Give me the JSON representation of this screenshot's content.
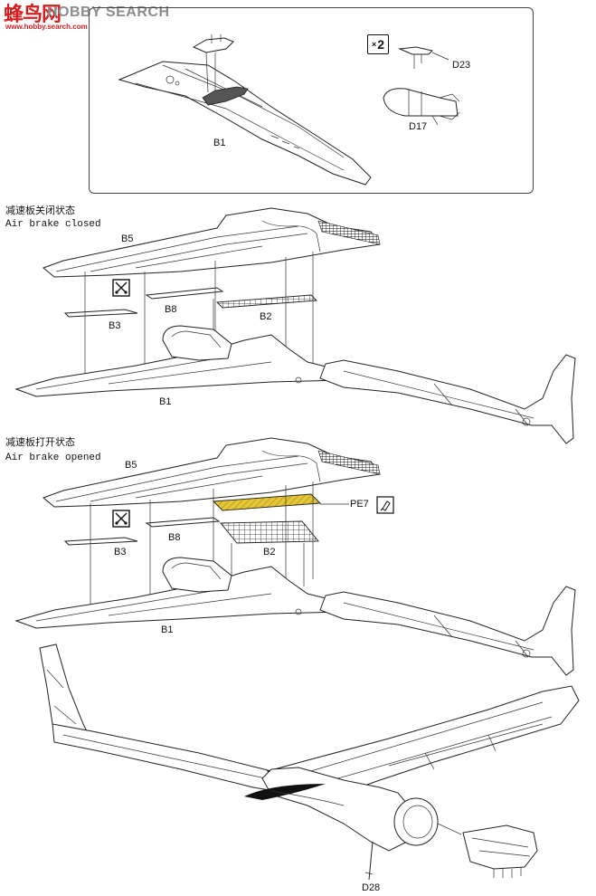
{
  "watermark": {
    "cn": "蜂鸟网",
    "en": "HOBBY SEARCH",
    "url": "www.hobby.search.com"
  },
  "step1": {
    "multiplier": "2",
    "multiplier_symbol": "×",
    "labels": {
      "b1": "B1",
      "d23": "D23",
      "d17": "D17"
    }
  },
  "closed": {
    "title_cn": "减速板关闭状态",
    "title_en": "Air brake closed",
    "labels": {
      "b5": "B5",
      "b8": "B8",
      "b3": "B3",
      "b2": "B2",
      "b1": "B1"
    }
  },
  "opened": {
    "title_cn": "减速板打开状态",
    "title_en": "Air brake opened",
    "labels": {
      "b5": "B5",
      "b8": "B8",
      "b3": "B3",
      "b2": "B2",
      "b1": "B1",
      "pe7": "PE7"
    }
  },
  "final": {
    "labels": {
      "d28": "D28"
    }
  },
  "colors": {
    "photo_etch": "#e4c83a",
    "hatch": "#b89418",
    "line": "#222222"
  },
  "icons": [
    "cut-icon",
    "paint-icon"
  ]
}
